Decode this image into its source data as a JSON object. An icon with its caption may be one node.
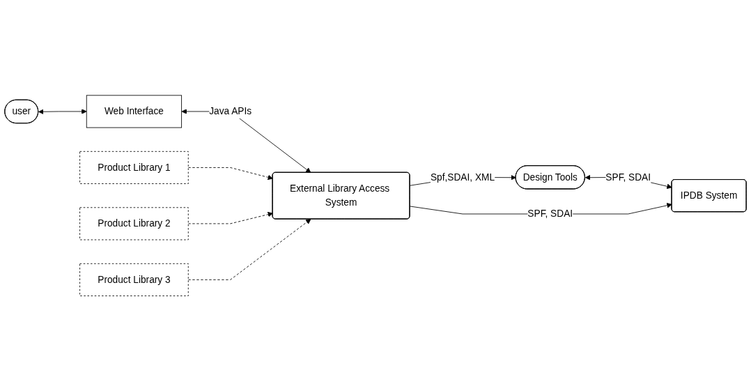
{
  "diagram": {
    "nodes": [
      {
        "text": [
          "user"
        ]
      },
      {
        "text": [
          "Web Interface"
        ]
      },
      {
        "text": [
          "Design Tools"
        ]
      },
      {
        "text": [
          "Product Library 1"
        ]
      },
      {
        "text": [
          "Product Library 2"
        ]
      },
      {
        "text": [
          "Product Library 3"
        ]
      },
      {
        "text": [
          "External Library Access System"
        ]
      },
      {
        "text": [
          "IPDB System"
        ]
      }
    ],
    "edges": [
      {
        "from": 0,
        "to": 1,
        "arrow": "both"
      },
      {
        "from": 1,
        "to": 6,
        "arrow": "both",
        "label": "Java APIs"
      },
      {
        "from": 6,
        "to": 2,
        "arrow": "to",
        "label": "Spf,SDAI, XML"
      },
      {
        "from": 2,
        "to": 7,
        "arrow": "both",
        "label": "SPF, SDAI"
      },
      {
        "from": 3,
        "to": 6,
        "arrow": "to",
        "style": "dashed"
      },
      {
        "from": 4,
        "to": 6,
        "arrow": "to",
        "style": "dashed"
      },
      {
        "from": 5,
        "to": 6,
        "arrow": "to",
        "style": "dashed"
      },
      {
        "from": 6,
        "to": 7,
        "arrow": "to",
        "label": "SPF, SDAI"
      }
    ]
  }
}
